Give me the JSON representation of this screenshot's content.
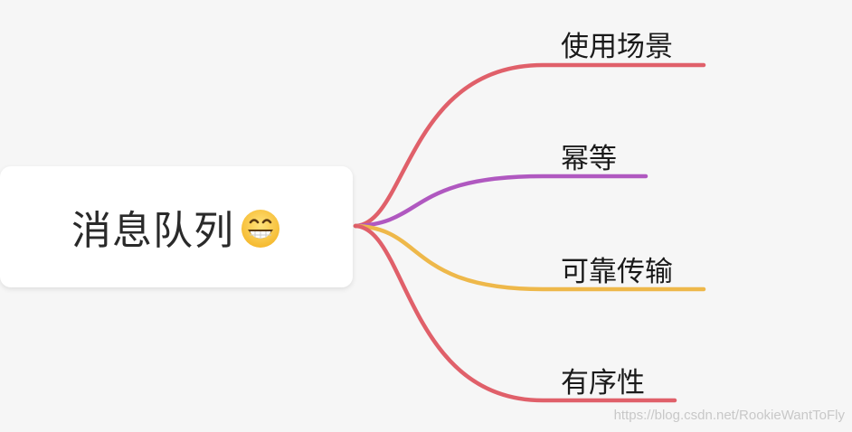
{
  "mindmap": {
    "root": {
      "label": "消息队列",
      "emoji_icon": "grinning-face-icon"
    },
    "branches": [
      {
        "label": "使用场景",
        "color": "#e0606a"
      },
      {
        "label": "幂等",
        "color": "#b058c0"
      },
      {
        "label": "可靠传输",
        "color": "#eeb84a"
      },
      {
        "label": "有序性",
        "color": "#e0606a"
      }
    ]
  },
  "watermark": "https://blog.csdn.net/RookieWantToFly"
}
